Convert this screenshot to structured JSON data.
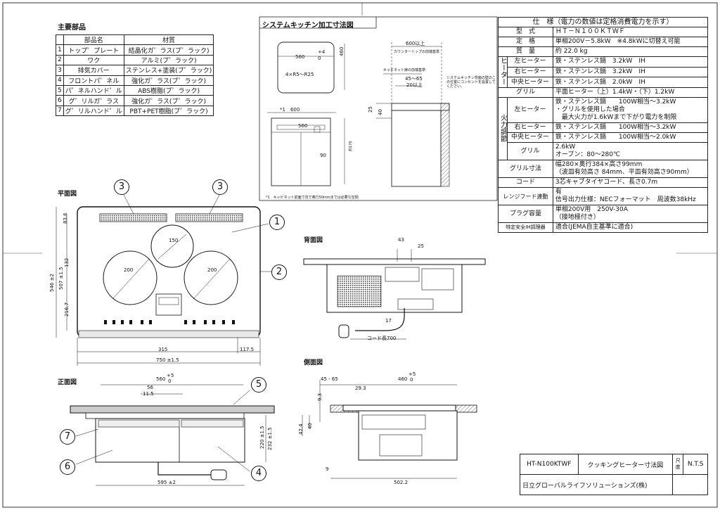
{
  "parts": {
    "title": "主要部品",
    "headers": [
      "部品名",
      "材質"
    ],
    "rows": [
      {
        "no": "1",
        "name": "トップ゜プレート",
        "material": "結晶化ガ゜ラス(ブ゜ラック)"
      },
      {
        "no": "2",
        "name": "ワク",
        "material": "アルミ(ブ゜ラック)"
      },
      {
        "no": "3",
        "name": "排気カバー",
        "material": "ステンレス+塗装(ブ゜ラック)"
      },
      {
        "no": "4",
        "name": "フロントパ゜ネル",
        "material": "強化ガ゜ラス(ブ゜ラック)"
      },
      {
        "no": "5",
        "name": "パ゜ネルハンド゜ル",
        "material": "ABS樹脂(ブ゜ラック)"
      },
      {
        "no": "6",
        "name": "グ゜リルガ゜ラス",
        "material": "強化ガ゜ラス(ブ゜ラック)"
      },
      {
        "no": "7",
        "name": "グ゜リルハンド゜ル",
        "material": "PBT+PET樹脂(ブ゜ラック)"
      }
    ]
  },
  "spec": {
    "title": "仕　様（電力の数値は定格消費電力を示す）",
    "model_label": "型　式",
    "model": "ＨＴ－Ｎ１００ＫＴＷＦ",
    "rating_label": "定　格",
    "rating": "単相200V－5.8kW　※4.8kWに切替え可能",
    "mass_label": "質　量",
    "mass": "約 22.0 kg",
    "heater_group": "ヒーター",
    "heater_left_label": "左ヒーター",
    "heater_left": "鉄・ステンレス鍋　3.2kW　IH",
    "heater_right_label": "右ヒーター",
    "heater_right": "鉄・ステンレス鍋　3.2kW　IH",
    "heater_center_label": "中央ヒーター",
    "heater_center": "鉄・ステンレス鍋　2.0kW　IH",
    "grill_label": "グリル",
    "grill": "平面ヒーター（上）1.4kW・（下）1.2kW",
    "fire_group": "火力調節",
    "fire_left_label": "左ヒーター",
    "fire_left_1": "鉄・ステンレス鍋　　100W相当～3.2kW",
    "fire_left_2": "・グリルを使用した場合",
    "fire_left_3": "　最大火力が1.6kWまで下がり電力を制限",
    "fire_right_label": "右ヒーター",
    "fire_right": "鉄・ステンレス鍋　　100W相当～3.2kW",
    "fire_center_label": "中央ヒーター",
    "fire_center": "鉄・ステンレス鍋　　100W相当～2.0kW",
    "fire_grill_label": "グリル",
    "fire_grill_1": "2.6kW",
    "fire_grill_2": "オーブン：80～280℃",
    "grill_size_label": "グリル寸法",
    "grill_size_1": "幅280×奥行384×高さ99mm",
    "grill_size_2": "（波皿有効高さ 84mm、平皿有効高さ90mm）",
    "cord_label": "コード",
    "cord": "3芯キャブタイヤコード、長さ0.7m",
    "range_label": "レンジフード連動",
    "range_1": "有",
    "range_2": "信号出力仕様：NECフォーマット　周波数38kHz",
    "plug_label": "プラグ容量",
    "plug_1": "単相200V用　250V-30A",
    "plug_2": "（接地極付き）",
    "safety_label": "特定安全IH調理器",
    "safety": "適合(JEMA自主基準に適合)"
  },
  "titleblock": {
    "model": "HT-N100KTWF",
    "drawing": "クッキングヒーター寸法図",
    "scale_label": "尺度",
    "scale": "N.T.S",
    "company": "日立グローバルライフソリューションズ(株)"
  },
  "kitchen": {
    "title": "システムキッチン加工寸法図",
    "dim_560": "560",
    "dim_plus4": "+4",
    "dim_0a": "0",
    "dim_460": "460",
    "dim_r": "4×R5～R25",
    "dim_600": "*1　600",
    "dim_560b": "560",
    "dim_90": "90",
    "dim_170": "約170",
    "dim_25": "25",
    "dim_40": "40",
    "dim_600up": "600以上",
    "counter_ref": "カウンタートップの前端基準",
    "cabinet_ref": "キャビネット扉の前端基準",
    "dim_45_65": "45～65",
    "dim_20up": "20以上",
    "note_outlet": "システムキッチン背面の壁のこの位置にコンセントを設置してください。",
    "footnote": "*1　キャビネット前面寸法で奥行50mmまでは必要な空間"
  },
  "views": {
    "plan": "平面図",
    "back": "背面図",
    "front": "正面図",
    "side": "側面図"
  },
  "plan": {
    "d_150": "150",
    "d_200a": "200",
    "d_200b": "200",
    "d_83_6": "83.6",
    "d_132": "132",
    "d_507": "507 ±1.5",
    "d_546": "546 ±2",
    "d_216_7": "216.7",
    "d_315": "315",
    "d_117_5": "117.5",
    "d_750": "750 ±1.5"
  },
  "back": {
    "d_43": "43",
    "d_25": "25",
    "d_17": "17",
    "cord_label": "コード長700"
  },
  "front": {
    "d_560": "560",
    "d_plus5": "+5",
    "d_0": "0",
    "d_56": "56",
    "d_11_5": "11.5",
    "d_220": "220 ±1.5",
    "d_232": "232 ±1.5",
    "d_595": "595 ±2"
  },
  "side": {
    "d_45_65": "45 - 65",
    "d_460": "460",
    "d_plus5": "+5",
    "d_0": "0",
    "d_29_3": "29.3",
    "d_9_3": "9.3",
    "d_42_4": "42.4",
    "d_40": "40",
    "d_9": "9",
    "d_502_2": "502.2"
  },
  "callouts": [
    "1",
    "2",
    "3",
    "3",
    "4",
    "5",
    "6",
    "7"
  ]
}
